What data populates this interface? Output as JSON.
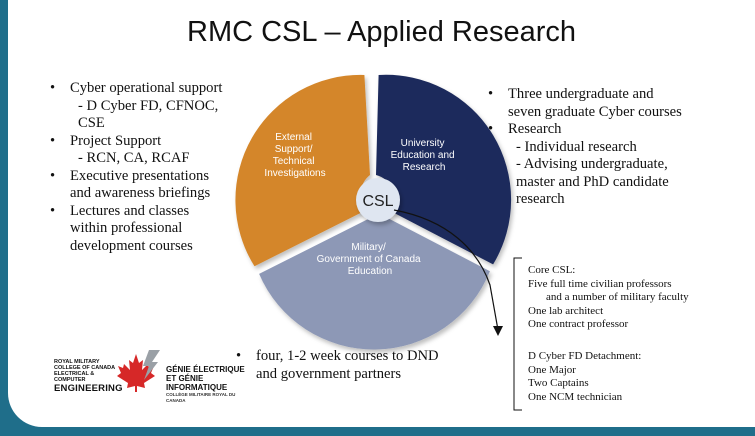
{
  "title": "RMC CSL – Applied Research",
  "left_list": [
    {
      "kind": "b",
      "text": "Cyber operational support"
    },
    {
      "kind": "sub",
      "text": "- D Cyber FD, CFNOC,"
    },
    {
      "kind": "sub",
      "text": "CSE"
    },
    {
      "kind": "b",
      "text": "Project Support"
    },
    {
      "kind": "sub",
      "text": "- RCN, CA, RCAF"
    },
    {
      "kind": "b",
      "text": "Executive presentations"
    },
    {
      "kind": "cont",
      "text": "and awareness briefings"
    },
    {
      "kind": "b",
      "text": "Lectures and classes"
    },
    {
      "kind": "cont",
      "text": "within professional"
    },
    {
      "kind": "cont",
      "text": "development courses"
    }
  ],
  "right_list": [
    {
      "kind": "b",
      "text": "Three undergraduate and"
    },
    {
      "kind": "cont",
      "text": "seven graduate Cyber courses"
    },
    {
      "kind": "b",
      "text": "Research"
    },
    {
      "kind": "sub",
      "text": "- Individual research"
    },
    {
      "kind": "sub",
      "text": "- Advising undergraduate,"
    },
    {
      "kind": "sub",
      "text": "master and PhD candidate"
    },
    {
      "kind": "sub",
      "text": "research"
    }
  ],
  "bottom_list": [
    {
      "kind": "b",
      "text": "four, 1-2 week courses to DND"
    },
    {
      "kind": "cont",
      "text": "and government partners"
    }
  ],
  "diagram": {
    "center": "CSL",
    "segments": {
      "external": [
        "External",
        "Support/",
        "Technical",
        "Investigations"
      ],
      "university": [
        "University",
        "Education and",
        "Research"
      ],
      "military": [
        "Military/",
        "Government of Canada",
        "Education"
      ]
    },
    "colors": {
      "external": "#d4862a",
      "university": "#1d2a5c",
      "military": "#8d98b6",
      "center": "#dfe6f1"
    }
  },
  "core_csl": {
    "heading": "Core CSL:",
    "items": [
      "Five full time civilian professors",
      "and a number of military faculty",
      "One lab architect",
      "One contract professor"
    ]
  },
  "detachment": {
    "heading": "D Cyber FD Detachment:",
    "items": [
      "One Major",
      "Two Captains",
      "One NCM technician"
    ]
  },
  "logo_rmc": {
    "small1": "ROYAL MILITARY COLLEGE OF CANADA",
    "small2": "ELECTRICAL & COMPUTER",
    "big": "ENGINEERING"
  },
  "logo_gei": {
    "line1": "GÉNIE ÉLECTRIQUE",
    "line2": "ET GÉNIE INFORMATIQUE",
    "line3": "COLLÈGE MILITAIRE ROYAL DU CANADA"
  }
}
